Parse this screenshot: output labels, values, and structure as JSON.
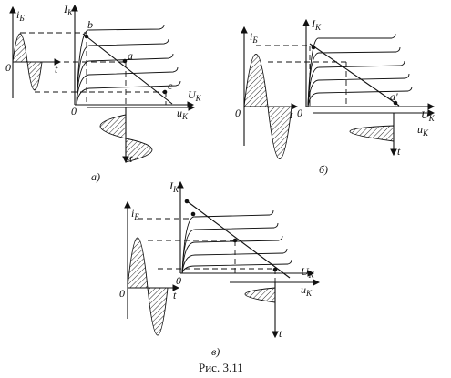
{
  "figure": {
    "caption": "Рис. 3.11",
    "labels": {
      "ib": "i",
      "ib_sub": "Б",
      "ik": "I",
      "ik_sub": "K",
      "uk_upper": "U",
      "uk_lower": "u",
      "uk_sub": "K",
      "t": "t",
      "zero": "0"
    },
    "panels": [
      {
        "tag": "а)",
        "points": [
          "b",
          "a",
          "c"
        ]
      },
      {
        "tag": "б)",
        "points": [
          "a'"
        ]
      },
      {
        "tag": "в)",
        "points": []
      }
    ]
  }
}
